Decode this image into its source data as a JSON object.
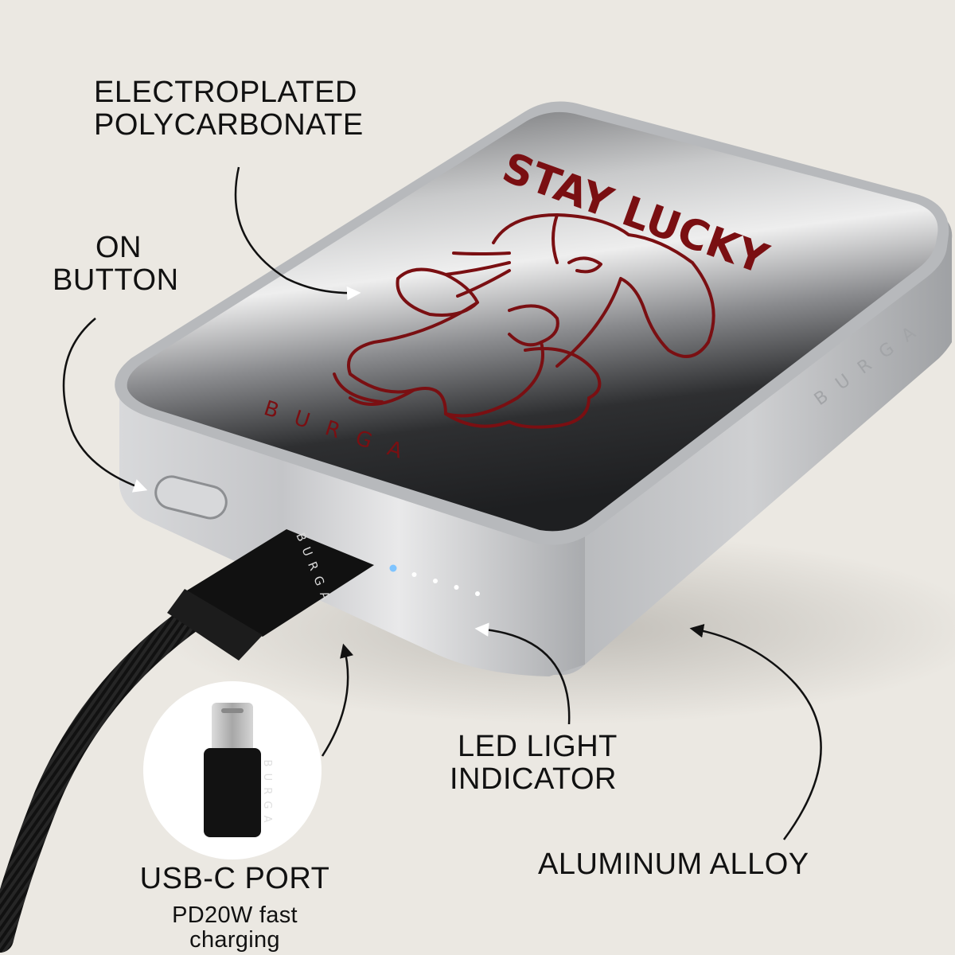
{
  "callouts": {
    "electroplated": {
      "line1": "ELECTROPLATED",
      "line2": "POLYCARBONATE"
    },
    "on_button": {
      "line1": "ON",
      "line2": "BUTTON"
    },
    "led": {
      "line1": "LED LIGHT",
      "line2": "INDICATOR"
    },
    "aluminum": {
      "text": "ALUMINUM ALLOY"
    },
    "usb": {
      "title": "USB-C PORT",
      "subtitle": "PD20W fast charging"
    }
  },
  "product": {
    "print_text": "STAY LUCKY",
    "brand": "BURGA",
    "brand_spaced": "B U R G A",
    "led_count": 5
  },
  "colors": {
    "background": "#ebe8e2",
    "ink_red": "#7a0f12",
    "aluminum": "#b9bbbe",
    "top_dark": "#2a2a2c",
    "cable": "#111111",
    "led_blue": "#7fc4ff"
  },
  "icons": [
    "callout-arrow",
    "power-button",
    "usb-c-connector",
    "bunny-illustration"
  ]
}
